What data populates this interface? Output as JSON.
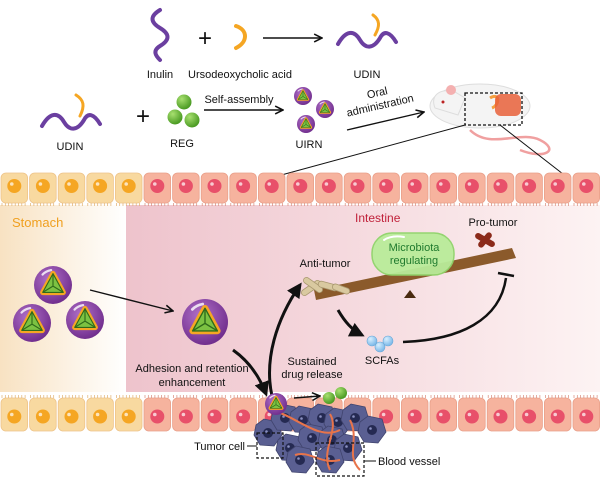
{
  "synthesis": {
    "inulin": "Inulin",
    "udca": "Ursodeoxycholic acid",
    "udin_top": "UDIN",
    "udin_left": "UDIN",
    "reg": "REG",
    "self_assembly": "Self-assembly",
    "uirn": "UIRN",
    "oral_line1": "Oral",
    "oral_line2": "administration",
    "plus": "+"
  },
  "gut": {
    "stomach": "Stomach",
    "intestine": "Intestine",
    "anti_tumor": "Anti-tumor",
    "pro_tumor": "Pro-tumor",
    "microbiota_line1": "Microbiota",
    "microbiota_line2": "regulating",
    "scfas": "SCFAs",
    "sustained_line1": "Sustained",
    "sustained_line2": "drug  release",
    "adhesion_line1": "Adhesion and retention",
    "adhesion_line2": "enhancement",
    "tumor_cell": "Tumor cell",
    "blood_vessel": "Blood vessel"
  },
  "colors": {
    "polymer": "#6b3fa0",
    "udca": "#f5a623",
    "reg_green": "#6cbf3a",
    "nanoparticle": "#8e3fa8",
    "stomach_text": "#f0a020",
    "intestine_text": "#c0213a",
    "microbiota_text": "#1f7a2e",
    "cell_pink": "#f6b39e",
    "cell_orange": "#f8d9a0",
    "tumor": "#565a8a",
    "seesaw": "#8b5a2b"
  }
}
